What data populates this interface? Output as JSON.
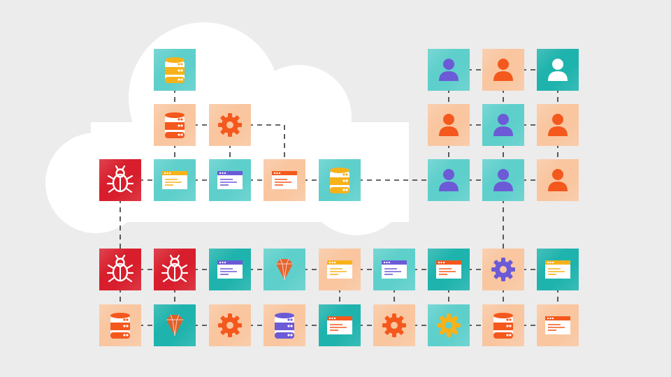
{
  "colors": {
    "background": "#ececec",
    "cloud": "#ffffff",
    "connector": "#333333",
    "teal": "#5ecfcb",
    "teal_dark": "#1fb3ad",
    "peach": "#f9c6a0",
    "red": "#d81e2c",
    "orange": "#f4581d",
    "purple": "#6c5ad6",
    "yellow": "#f7b21a",
    "white": "#ffffff"
  },
  "diagram": {
    "tiles": [
      {
        "id": "db-top",
        "icon": "database-icon",
        "bg": "teal",
        "fg": "yellow"
      },
      {
        "id": "db-cloud-2",
        "icon": "database-icon",
        "bg": "peach",
        "fg": "orange"
      },
      {
        "id": "gear-cloud",
        "icon": "gear-icon",
        "bg": "peach",
        "fg": "orange"
      },
      {
        "id": "bug-main",
        "icon": "bug-icon",
        "bg": "red",
        "fg": "white"
      },
      {
        "id": "win-cloud-1",
        "icon": "window-icon",
        "bg": "teal",
        "fg": "yellow"
      },
      {
        "id": "win-cloud-2",
        "icon": "window-icon",
        "bg": "teal",
        "fg": "purple"
      },
      {
        "id": "win-cloud-3",
        "icon": "window-icon",
        "bg": "peach",
        "fg": "orange"
      },
      {
        "id": "db-cloud-3",
        "icon": "database-icon",
        "bg": "teal",
        "fg": "yellow"
      },
      {
        "id": "user-1",
        "icon": "user-icon",
        "bg": "teal",
        "fg": "purple"
      },
      {
        "id": "user-2",
        "icon": "user-icon",
        "bg": "peach",
        "fg": "orange"
      },
      {
        "id": "user-3",
        "icon": "user-icon",
        "bg": "teal_dark",
        "fg": "white"
      },
      {
        "id": "user-4",
        "icon": "user-icon",
        "bg": "peach",
        "fg": "orange"
      },
      {
        "id": "user-5",
        "icon": "user-icon",
        "bg": "teal",
        "fg": "purple"
      },
      {
        "id": "user-6",
        "icon": "user-icon",
        "bg": "peach",
        "fg": "orange"
      },
      {
        "id": "user-7",
        "icon": "user-icon",
        "bg": "teal",
        "fg": "purple"
      },
      {
        "id": "user-8",
        "icon": "user-icon",
        "bg": "teal",
        "fg": "purple"
      },
      {
        "id": "user-9",
        "icon": "user-icon",
        "bg": "peach",
        "fg": "orange"
      },
      {
        "id": "bug-row1-a",
        "icon": "bug-icon",
        "bg": "red",
        "fg": "white"
      },
      {
        "id": "bug-row1-b",
        "icon": "bug-icon",
        "bg": "red",
        "fg": "white"
      },
      {
        "id": "win-row1-a",
        "icon": "window-icon",
        "bg": "teal_dark",
        "fg": "purple"
      },
      {
        "id": "gem-row1",
        "icon": "gem-icon",
        "bg": "teal",
        "fg": "orange"
      },
      {
        "id": "win-row1-b",
        "icon": "window-icon",
        "bg": "peach",
        "fg": "yellow"
      },
      {
        "id": "win-row1-c",
        "icon": "window-icon",
        "bg": "teal",
        "fg": "purple"
      },
      {
        "id": "win-row1-d",
        "icon": "window-icon",
        "bg": "teal_dark",
        "fg": "orange"
      },
      {
        "id": "gear-row1",
        "icon": "gear-icon",
        "bg": "peach",
        "fg": "purple"
      },
      {
        "id": "win-row1-e",
        "icon": "window-icon",
        "bg": "teal_dark",
        "fg": "yellow"
      },
      {
        "id": "db-row2-a",
        "icon": "database-icon",
        "bg": "peach",
        "fg": "orange"
      },
      {
        "id": "gem-row2",
        "icon": "gem-icon",
        "bg": "teal_dark",
        "fg": "orange"
      },
      {
        "id": "gear-row2-a",
        "icon": "gear-icon",
        "bg": "peach",
        "fg": "orange"
      },
      {
        "id": "db-row2-b",
        "icon": "database-icon",
        "bg": "peach",
        "fg": "purple"
      },
      {
        "id": "win-row2-a",
        "icon": "window-icon",
        "bg": "teal_dark",
        "fg": "orange"
      },
      {
        "id": "gear-row2-b",
        "icon": "gear-icon",
        "bg": "peach",
        "fg": "orange"
      },
      {
        "id": "gear-row2-c",
        "icon": "gear-icon",
        "bg": "teal",
        "fg": "yellow"
      },
      {
        "id": "db-row2-c",
        "icon": "database-icon",
        "bg": "peach",
        "fg": "orange"
      },
      {
        "id": "win-row2-b",
        "icon": "window-icon",
        "bg": "peach",
        "fg": "orange"
      }
    ],
    "links": [
      [
        "db-top",
        "db-cloud-2"
      ],
      [
        "db-cloud-2",
        "gear-cloud"
      ],
      [
        "db-cloud-2",
        "win-cloud-1"
      ],
      [
        "gear-cloud",
        "win-cloud-2"
      ],
      [
        "gear-cloud",
        "win-cloud-3"
      ],
      [
        "bug-main",
        "win-cloud-1"
      ],
      [
        "win-cloud-1",
        "win-cloud-2"
      ],
      [
        "win-cloud-2",
        "win-cloud-3"
      ],
      [
        "win-cloud-3",
        "db-cloud-3"
      ],
      [
        "db-cloud-3",
        "user-7"
      ],
      [
        "user-1",
        "user-2"
      ],
      [
        "user-2",
        "user-3"
      ],
      [
        "user-4",
        "user-5"
      ],
      [
        "user-5",
        "user-6"
      ],
      [
        "user-7",
        "user-8"
      ],
      [
        "user-8",
        "user-9"
      ],
      [
        "user-1",
        "user-4"
      ],
      [
        "user-4",
        "user-7"
      ],
      [
        "user-2",
        "user-5"
      ],
      [
        "user-5",
        "user-8"
      ],
      [
        "user-3",
        "user-6"
      ],
      [
        "user-6",
        "user-9"
      ],
      [
        "user-8",
        "gear-row1"
      ],
      [
        "bug-main",
        "bug-row1-a"
      ],
      [
        "bug-row1-a",
        "bug-row1-b"
      ],
      [
        "bug-row1-b",
        "win-row1-a"
      ],
      [
        "win-row1-a",
        "gem-row1"
      ],
      [
        "gem-row1",
        "win-row1-b"
      ],
      [
        "win-row1-b",
        "win-row1-c"
      ],
      [
        "win-row1-c",
        "win-row1-d"
      ],
      [
        "win-row1-d",
        "gear-row1"
      ],
      [
        "gear-row1",
        "win-row1-e"
      ],
      [
        "bug-row1-a",
        "db-row2-a"
      ],
      [
        "bug-row1-b",
        "gem-row2"
      ],
      [
        "win-row1-b",
        "win-row2-a"
      ],
      [
        "win-row1-c",
        "gear-row2-b"
      ],
      [
        "win-row1-d",
        "gear-row2-c"
      ],
      [
        "gear-row1",
        "db-row2-c"
      ],
      [
        "win-row1-e",
        "win-row2-b"
      ],
      [
        "db-row2-a",
        "gem-row2"
      ],
      [
        "gem-row2",
        "gear-row2-a"
      ],
      [
        "gear-row2-a",
        "db-row2-b"
      ],
      [
        "db-row2-b",
        "win-row2-a"
      ],
      [
        "win-row2-a",
        "gear-row2-b"
      ],
      [
        "gear-row2-b",
        "gear-row2-c"
      ],
      [
        "gear-row2-c",
        "db-row2-c"
      ],
      [
        "db-row2-c",
        "win-row2-b"
      ]
    ]
  }
}
